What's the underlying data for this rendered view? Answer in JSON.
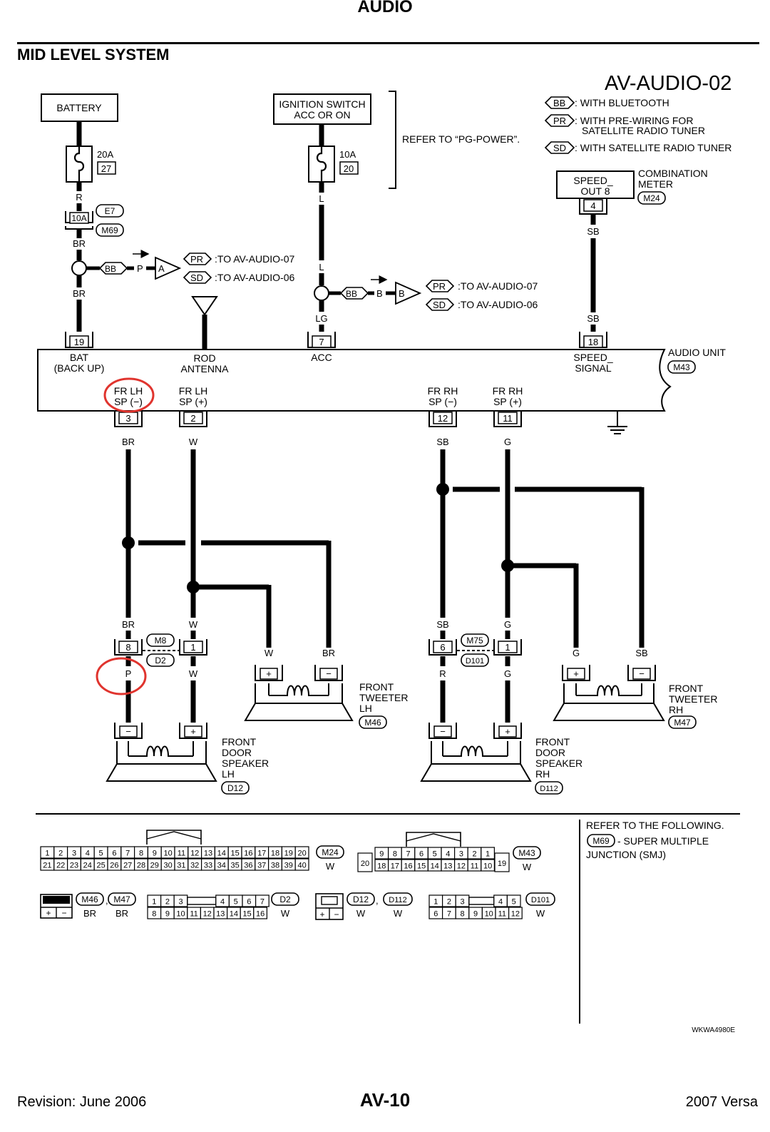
{
  "header": {
    "section": "AUDIO",
    "subtitle": "MID LEVEL SYSTEM",
    "diagram_id": "AV-AUDIO-02"
  },
  "legend": [
    {
      "tag": "BB",
      "text": ": WITH BLUETOOTH"
    },
    {
      "tag": "PR",
      "text": ": WITH PRE-WIRING FOR",
      "text2": "SATELLITE RADIO TUNER"
    },
    {
      "tag": "SD",
      "text": ": WITH SATELLITE RADIO TUNER"
    }
  ],
  "power": {
    "battery": "BATTERY",
    "battery_fuse": {
      "amps": "20A",
      "num": "27"
    },
    "ignition": "IGNITION SWITCH",
    "ignition2": "ACC OR ON",
    "ign_fuse": {
      "amps": "10A",
      "num": "20"
    },
    "refer": "REFER TO “PG-POWER”.",
    "fuse_10a": "10A",
    "conn_e7": "E7",
    "conn_m69": "M69"
  },
  "wire_colors": {
    "r": "R",
    "br": "BR",
    "br2": "BR",
    "l": "L",
    "l2": "L",
    "lg": "LG",
    "sb": "SB",
    "sb2": "SB",
    "p": "P",
    "b": "B"
  },
  "splices": {
    "bb1": "BB",
    "a": "A",
    "bb2": "BB",
    "b": "B",
    "pr1": "PR",
    "pr1_to": ":TO AV-AUDIO-07",
    "sd1": "SD",
    "sd1_to": ":TO AV-AUDIO-06",
    "pr2": "PR",
    "pr2_to": ":TO AV-AUDIO-07",
    "sd2": "SD",
    "sd2_to": ":TO AV-AUDIO-06"
  },
  "meter": {
    "label1": "SPEED_",
    "label2": "OUT 8",
    "pin": "4",
    "comb1": "COMBINATION",
    "comb2": "METER",
    "conn": "M24"
  },
  "audio_unit": {
    "label": "AUDIO UNIT",
    "conn": "M43",
    "pins_top": [
      {
        "num": "19",
        "l1": "BAT",
        "l2": "(BACK UP)"
      },
      {
        "num": "",
        "l1": "ROD",
        "l2": "ANTENNA"
      },
      {
        "num": "7",
        "l1": "ACC",
        "l2": ""
      },
      {
        "num": "18",
        "l1": "SPEED_",
        "l2": "SIGNAL"
      }
    ],
    "pins_bottom": [
      {
        "num": "3",
        "l1": "FR LH",
        "l2": "SP (−)",
        "wire": "BR"
      },
      {
        "num": "2",
        "l1": "FR LH",
        "l2": "SP (+)",
        "wire": "W"
      },
      {
        "num": "12",
        "l1": "FR RH",
        "l2": "SP (−)",
        "wire": "SB"
      },
      {
        "num": "11",
        "l1": "FR RH",
        "l2": "SP (+)",
        "wire": "G"
      }
    ]
  },
  "lower": {
    "br": "BR",
    "w": "W",
    "sb": "SB",
    "g": "G",
    "m8": "M8",
    "d2": "D2",
    "pin8": "8",
    "pin1a": "1",
    "p": "P",
    "w2": "W",
    "m75": "M75",
    "d101": "D101",
    "pin6": "6",
    "pin1b": "1",
    "r": "R",
    "g2": "G",
    "tw_lh_w": "W",
    "tw_lh_br": "BR",
    "tw_rh_g": "G",
    "tw_rh_sb": "SB"
  },
  "devices": {
    "tweeter_lh": [
      "FRONT",
      "TWEETER",
      "LH"
    ],
    "tweeter_lh_conn": "M46",
    "tweeter_rh": [
      "FRONT",
      "TWEETER",
      "RH"
    ],
    "tweeter_rh_conn": "M47",
    "door_lh": [
      "FRONT",
      "DOOR",
      "SPEAKER",
      "LH"
    ],
    "door_lh_conn": "D12",
    "door_rh": [
      "FRONT",
      "DOOR",
      "SPEAKER",
      "RH"
    ],
    "door_rh_conn": "D112",
    "plus": "+",
    "minus": "−"
  },
  "connectors": {
    "m24": {
      "conn": "M24",
      "color": "W",
      "row1": [
        "1",
        "2",
        "3",
        "4",
        "5",
        "6",
        "7",
        "8",
        "9",
        "10",
        "11",
        "12",
        "13",
        "14",
        "15",
        "16",
        "17",
        "18",
        "19",
        "20"
      ],
      "row2": [
        "21",
        "22",
        "23",
        "24",
        "25",
        "26",
        "27",
        "28",
        "29",
        "30",
        "31",
        "32",
        "33",
        "34",
        "35",
        "36",
        "37",
        "38",
        "39",
        "40"
      ]
    },
    "m43": {
      "conn": "M43",
      "color": "W",
      "row1": [
        "9",
        "8",
        "7",
        "6",
        "5",
        "4",
        "3",
        "2",
        "1"
      ],
      "row2": [
        "18",
        "17",
        "16",
        "15",
        "14",
        "13",
        "12",
        "11",
        "10"
      ],
      "left": "20",
      "right": "19"
    },
    "m46": {
      "conn1": "M46",
      "conn2": "M47",
      "sep": ",",
      "color1": "BR",
      "color2": "BR",
      "plus": "+",
      "minus": "−"
    },
    "d2": {
      "conn": "D2",
      "color": "W",
      "row1": [
        "1",
        "2",
        "3",
        "4",
        "5",
        "6",
        "7"
      ],
      "row2": [
        "8",
        "9",
        "10",
        "11",
        "12",
        "13",
        "14",
        "15",
        "16"
      ]
    },
    "d12": {
      "conn1": "D12",
      "conn2": "D112",
      "sep": ",",
      "color1": "W",
      "color2": "W",
      "plus": "+",
      "minus": "−"
    },
    "d101": {
      "conn": "D101",
      "color": "W",
      "row1": [
        "1",
        "2",
        "3",
        "4",
        "5"
      ],
      "row2": [
        "6",
        "7",
        "8",
        "9",
        "10",
        "11",
        "12"
      ]
    }
  },
  "refer": {
    "line1": "REFER TO THE FOLLOWING.",
    "conn": "M69",
    "line2": "- SUPER MULTIPLE",
    "line3": "JUNCTION (SMJ)"
  },
  "code": "WKWA4980E",
  "footer": {
    "revision": "Revision: June 2006",
    "page": "AV-10",
    "model": "2007 Versa"
  },
  "colors": {
    "ink": "#000000",
    "annotation": "#e0342e"
  }
}
